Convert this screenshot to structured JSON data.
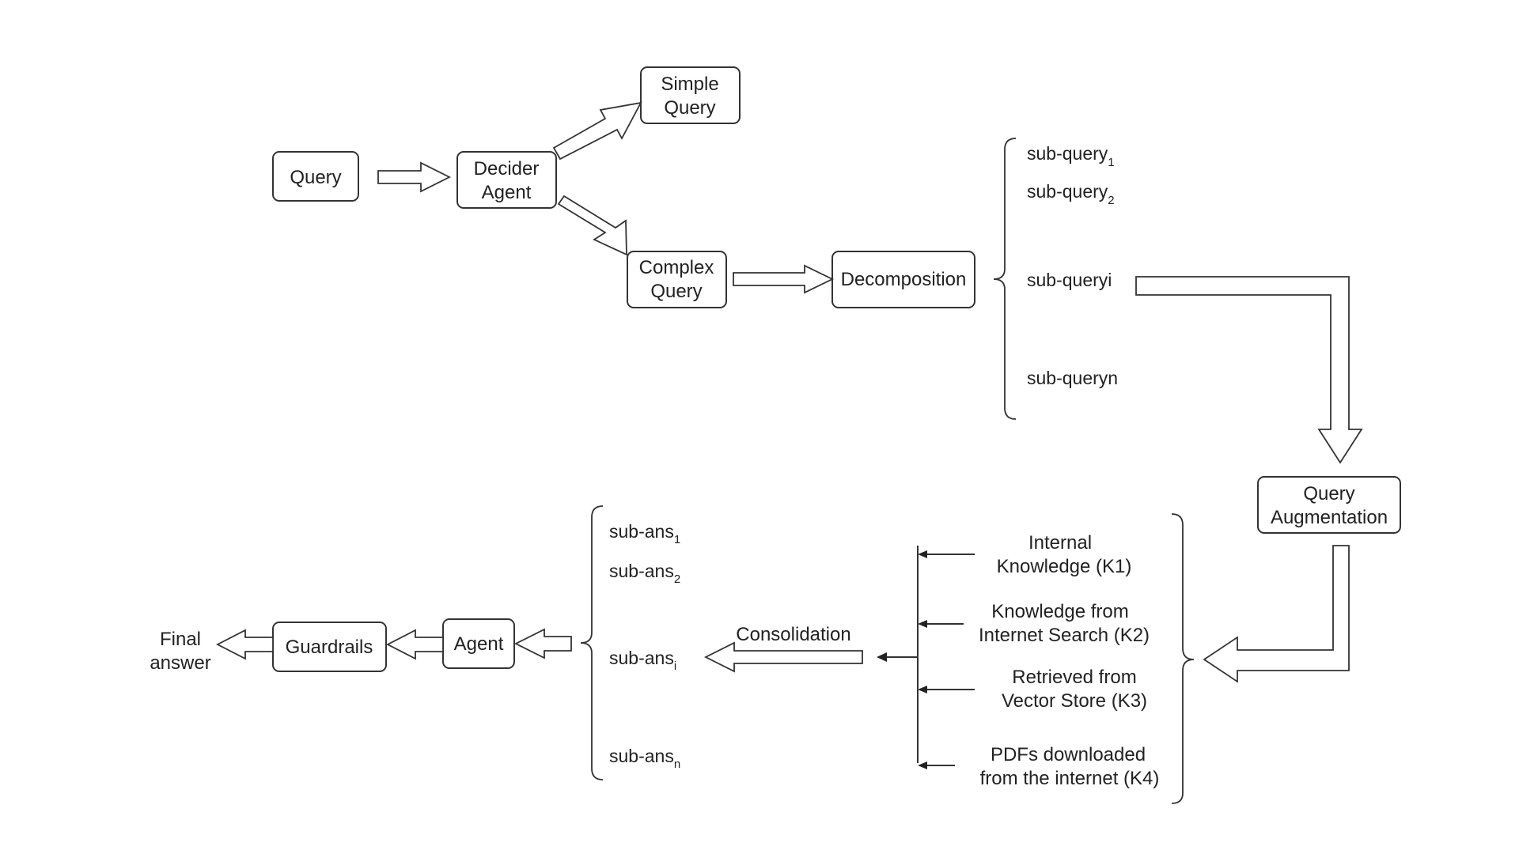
{
  "nodes": {
    "query": "Query",
    "decider_agent": [
      "Decider",
      "Agent"
    ],
    "simple_query": [
      "Simple",
      "Query"
    ],
    "complex_query": [
      "Complex",
      "Query"
    ],
    "decomposition": "Decomposition",
    "query_augmentation": [
      "Query",
      "Augmentation"
    ],
    "agent": "Agent",
    "guardrails": "Guardrails",
    "final_answer": [
      "Final",
      "answer"
    ]
  },
  "sub_queries": [
    {
      "base": "sub-query",
      "subscript": "1"
    },
    {
      "base": "sub-query",
      "subscript": "2"
    },
    {
      "base": "sub-queryi",
      "subscript": ""
    },
    {
      "base": "sub-queryn",
      "subscript": ""
    }
  ],
  "knowledge_sources": [
    [
      "Internal",
      "Knowledge (K1)"
    ],
    [
      "Knowledge from",
      "Internet Search (K2)"
    ],
    [
      "Retrieved from",
      "Vector Store (K3)"
    ],
    [
      "PDFs downloaded",
      "from the internet (K4)"
    ]
  ],
  "consolidation_label": "Consolidation",
  "sub_answers": [
    {
      "base": "sub-ans",
      "subscript": "1"
    },
    {
      "base": "sub-ans",
      "subscript": "2"
    },
    {
      "base": "sub-ans",
      "subscript": "i"
    },
    {
      "base": "sub-ans",
      "subscript": "n"
    }
  ]
}
